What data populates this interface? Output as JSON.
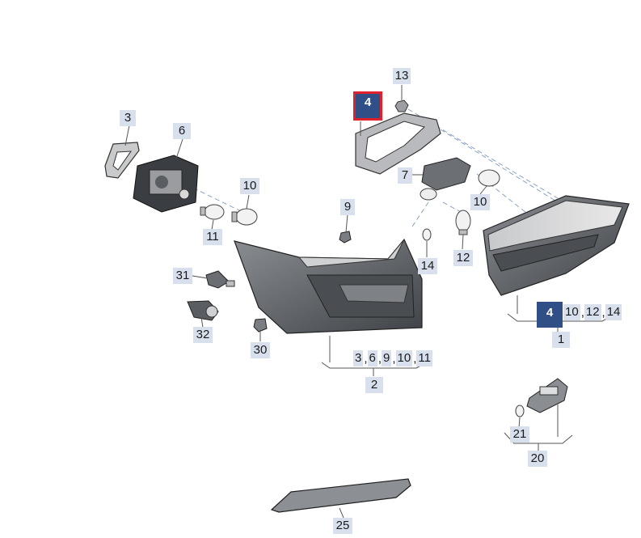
{
  "callouts": {
    "c13": "13",
    "c4top": "4",
    "c3": "3",
    "c6": "6",
    "c10a": "10",
    "c11": "11",
    "c7": "7",
    "c10b": "10",
    "c9": "9",
    "c14": "14",
    "c12": "12",
    "c31": "31",
    "c32": "32",
    "c30": "30",
    "c1": "1",
    "c2": "2",
    "c21": "21",
    "c20": "20",
    "c25": "25"
  },
  "group1": {
    "highlight": "4",
    "refs": [
      "10",
      "12",
      "14"
    ]
  },
  "group2": {
    "refs": [
      "3",
      "6",
      "9",
      "10",
      "11"
    ]
  },
  "colors": {
    "callout_bg": "#d7e0ec",
    "active_bg": "#2f4f86",
    "selection": "#e0202a"
  }
}
